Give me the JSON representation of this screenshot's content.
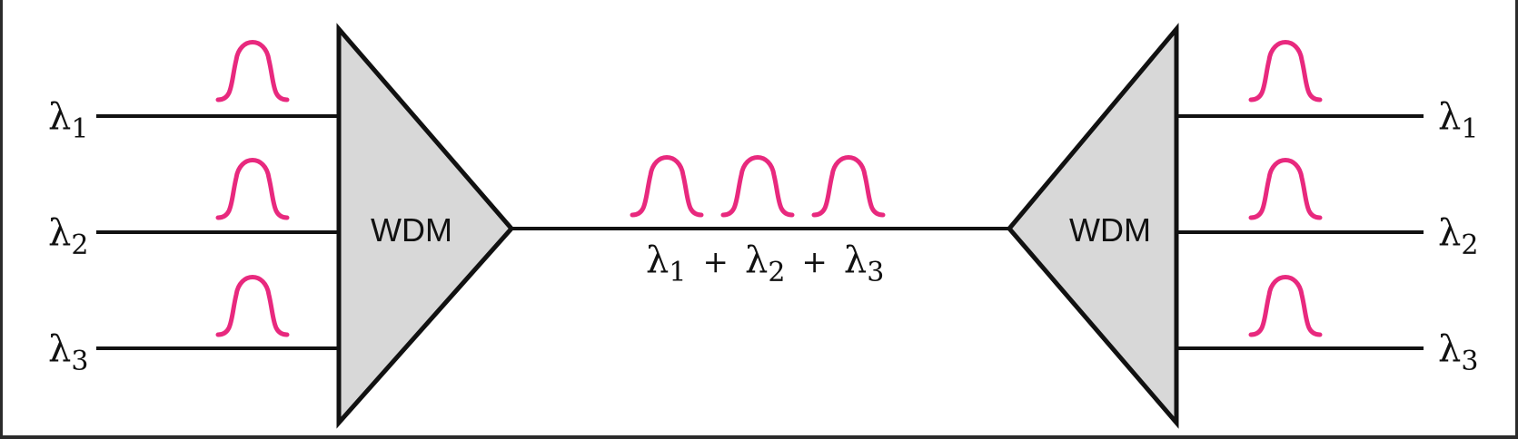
{
  "diagram": {
    "mux_label": "WDM",
    "demux_label": "WDM",
    "lambda_symbol": "λ",
    "inputs": [
      {
        "symbol": "λ",
        "index": "1"
      },
      {
        "symbol": "λ",
        "index": "2"
      },
      {
        "symbol": "λ",
        "index": "3"
      }
    ],
    "outputs": [
      {
        "symbol": "λ",
        "index": "1"
      },
      {
        "symbol": "λ",
        "index": "2"
      },
      {
        "symbol": "λ",
        "index": "3"
      }
    ],
    "combined": {
      "terms": [
        {
          "symbol": "λ",
          "index": "1"
        },
        {
          "symbol": "λ",
          "index": "2"
        },
        {
          "symbol": "λ",
          "index": "3"
        }
      ],
      "operator": "+"
    },
    "colors": {
      "pulse": "#e8297e",
      "device_fill": "#d8d8d8",
      "line": "#111111",
      "frame": "#2b2b2b"
    }
  }
}
